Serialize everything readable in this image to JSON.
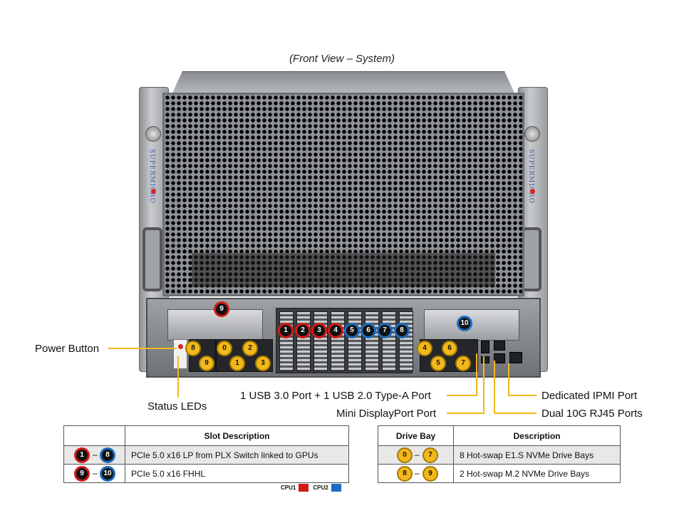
{
  "caption": "(Front View – System)",
  "brand_text": "SUPERMICRO",
  "callouts": {
    "power_button": "Power Button",
    "status_leds": "Status LEDs",
    "usb_ports": "1 USB 3.0 Port + 1 USB 2.0 Type-A Port",
    "mini_displayport": "Mini DisplayPort Port",
    "ipmi_port": "Dedicated IPMI Port",
    "rj45_ports": "Dual 10G RJ45 Ports"
  },
  "chassis_badges": {
    "pcie_top_left": "9",
    "pcie_top_right": "10",
    "pcie_slots": [
      "1",
      "2",
      "3",
      "4",
      "5",
      "6",
      "7",
      "8"
    ],
    "drive_left_small": [
      "8",
      "9"
    ],
    "drive_left": [
      "0",
      "1",
      "2",
      "3"
    ],
    "drive_right": [
      "4",
      "5",
      "6",
      "7"
    ]
  },
  "slot_table": {
    "header_range": "",
    "header_desc": "Slot Description",
    "rows": [
      {
        "from": "1",
        "to": "8",
        "desc": "PCIe 5.0 x16 LP from PLX Switch linked to GPUs"
      },
      {
        "from": "9",
        "to": "10",
        "desc": "PCIe 5.0 x16 FHHL"
      }
    ]
  },
  "drive_table": {
    "header_range": "Drive Bay",
    "header_desc": "Description",
    "rows": [
      {
        "from": "0",
        "to": "7",
        "desc": "8 Hot-swap E1.S NVMe Drive Bays"
      },
      {
        "from": "8",
        "to": "9",
        "desc": "2 Hot-swap M.2 NVMe Drive Bays"
      }
    ]
  },
  "legend": {
    "cpu1_label": "CPU1",
    "cpu2_label": "CPU2",
    "cpu1_color": "#d41818",
    "cpu2_color": "#1a6cc0"
  },
  "dash": "–"
}
